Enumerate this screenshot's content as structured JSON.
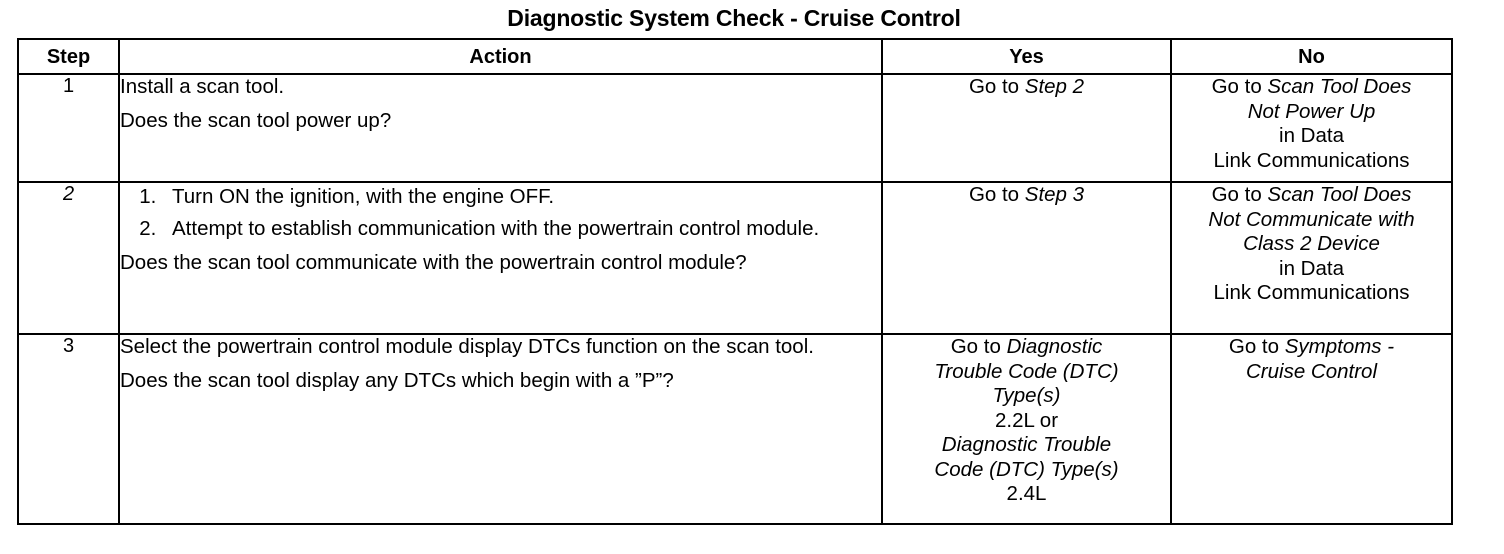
{
  "document": {
    "title": "Diagnostic System Check - Cruise Control"
  },
  "table": {
    "headers": {
      "step": "Step",
      "action": "Action",
      "yes": "Yes",
      "no": "No"
    },
    "rows": [
      {
        "step": "1",
        "action": {
          "paragraphs": [
            "Install a scan tool.",
            "Does the scan tool power up?"
          ],
          "list_items": []
        },
        "yes": {
          "lines": [
            {
              "plain": "Go to ",
              "italic": "Step 2"
            }
          ]
        },
        "no": {
          "lines": [
            {
              "plain": "Go to ",
              "italic": "Scan Tool Does"
            },
            {
              "plain": "",
              "italic": "Not Power Up"
            },
            {
              "plain": "in Data",
              "italic": ""
            },
            {
              "plain": "Link Communications",
              "italic": ""
            }
          ]
        }
      },
      {
        "step": "2",
        "action": {
          "paragraphs": [
            "Does the scan tool communicate with the powertrain control module?"
          ],
          "list_items": [
            "Turn ON the ignition, with the engine OFF.",
            "Attempt to establish communication with the powertrain control module."
          ]
        },
        "yes": {
          "lines": [
            {
              "plain": "Go to ",
              "italic": "Step 3"
            }
          ]
        },
        "no": {
          "lines": [
            {
              "plain": "Go to ",
              "italic": "Scan Tool Does"
            },
            {
              "plain": "",
              "italic": "Not Communicate with"
            },
            {
              "plain": "",
              "italic": "Class 2 Device"
            },
            {
              "plain": "in Data",
              "italic": ""
            },
            {
              "plain": "Link Communications",
              "italic": ""
            }
          ]
        }
      },
      {
        "step": "3",
        "action": {
          "paragraphs": [
            "Select the powertrain control module display DTCs function on the scan tool.",
            "Does the scan tool display any DTCs which begin with a ”P”?"
          ],
          "list_items": []
        },
        "yes": {
          "lines": [
            {
              "plain": "Go to ",
              "italic": "Diagnostic"
            },
            {
              "plain": "",
              "italic": "Trouble Code (DTC)"
            },
            {
              "plain": "",
              "italic": "Type(s)"
            },
            {
              "plain": "2.2L or",
              "italic": ""
            },
            {
              "plain": "",
              "italic": "Diagnostic Trouble"
            },
            {
              "plain": "",
              "italic": "Code (DTC) Type(s)"
            },
            {
              "plain": "2.4L",
              "italic": ""
            }
          ]
        },
        "no": {
          "lines": [
            {
              "plain": "Go to ",
              "italic": "Symptoms -"
            },
            {
              "plain": "",
              "italic": "Cruise Control"
            }
          ]
        }
      }
    ]
  }
}
